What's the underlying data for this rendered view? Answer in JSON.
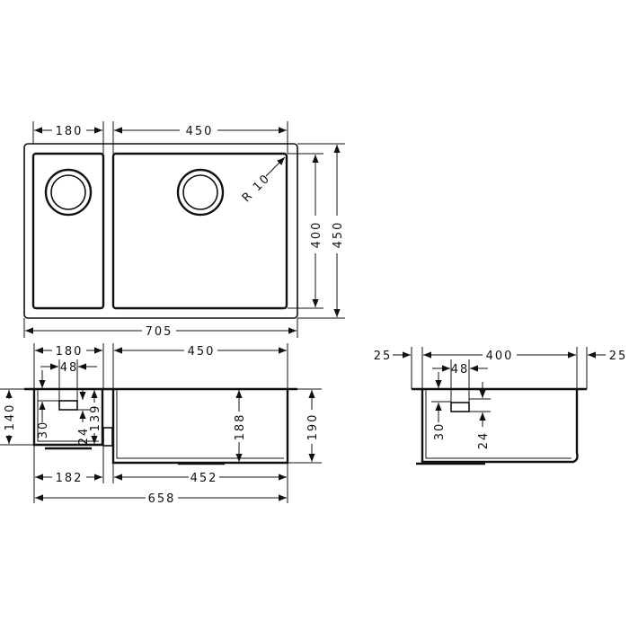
{
  "diagram": {
    "title": "Double undermount sink dimension drawing",
    "top_view": {
      "small_bowl_width": "180",
      "large_bowl_width": "450",
      "overall_width": "705",
      "inner_height": "400",
      "outer_height": "450",
      "corner_radius": "R 10"
    },
    "front_section": {
      "small_bowl_top_width": "180",
      "large_bowl_top_width": "450",
      "overflow_width": "48",
      "overflow_top_offset": "30",
      "overflow_height": "24",
      "small_bowl_inner_depth": "139",
      "small_bowl_depth": "140",
      "large_bowl_inner_depth": "188",
      "large_bowl_depth": "190",
      "small_bowl_bottom_width": "182",
      "large_bowl_bottom_width": "452",
      "overall_bottom_width": "658"
    },
    "side_section": {
      "left_flange": "25",
      "bowl_width": "400",
      "right_flange": "25",
      "overflow_width": "48",
      "overflow_top_offset": "30",
      "overflow_height": "24"
    }
  }
}
